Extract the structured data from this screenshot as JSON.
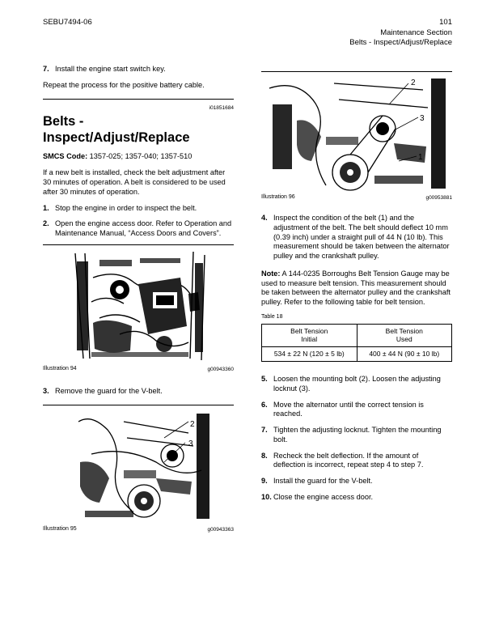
{
  "header": {
    "doc_id": "SEBU7494-06",
    "page_number": "101",
    "section": "Maintenance Section",
    "topic": "Belts - Inspect/Adjust/Replace"
  },
  "left": {
    "step7": {
      "num": "7.",
      "text": "Install the engine start switch key."
    },
    "repeat": "Repeat the process for the positive battery cable.",
    "ref_id": "i01851684",
    "title": "Belts - Inspect/Adjust/Replace",
    "smcs_label": "SMCS Code:",
    "smcs_codes": " 1357-025; 1357-040; 1357-510",
    "intro": "If a new belt is installed, check the belt adjustment after 30 minutes of operation. A belt is considered to be used after 30 minutes of operation.",
    "step1": {
      "num": "1.",
      "text": "Stop the engine in order to inspect the belt."
    },
    "step2": {
      "num": "2.",
      "text": "Open the engine access door. Refer to Operation and Maintenance Manual, “Access Doors and Covers”."
    },
    "fig94": {
      "caption": "Illustration 94",
      "gid": "g00943360"
    },
    "step3": {
      "num": "3.",
      "text": "Remove the guard for the V-belt."
    },
    "fig95": {
      "caption": "Illustration 95",
      "gid": "g00943363",
      "callouts": [
        "2",
        "3"
      ]
    }
  },
  "right": {
    "fig96": {
      "caption": "Illustration 96",
      "gid": "g00953881",
      "callouts": [
        "2",
        "3",
        "1"
      ]
    },
    "step4": {
      "num": "4.",
      "text": "Inspect the condition of the belt (1) and the adjustment of the belt. The belt should deflect 10 mm (0.39 inch) under a straight pull of 44 N (10 lb). This measurement should be taken between the alternator pulley and the crankshaft pulley."
    },
    "note_label": "Note:",
    "note_text": " A 144-0235 Borroughs Belt Tension Gauge may be used to measure belt tension. This measurement should be taken between the alternator pulley and the crankshaft pulley. Refer to the following table for belt tension.",
    "table": {
      "caption": "Table 18",
      "headers": [
        "Belt Tension\nInitial",
        "Belt Tension\nUsed"
      ],
      "row": [
        "534 ± 22 N (120 ± 5 lb)",
        "400 ± 44 N (90 ± 10 lb)"
      ]
    },
    "step5": {
      "num": "5.",
      "text": "Loosen the mounting bolt (2). Loosen the adjusting locknut (3)."
    },
    "step6": {
      "num": "6.",
      "text": "Move the alternator until the correct tension is reached."
    },
    "step7": {
      "num": "7.",
      "text": "Tighten the adjusting locknut. Tighten the mounting bolt."
    },
    "step8": {
      "num": "8.",
      "text": "Recheck the belt deflection. If the amount of deflection is incorrect, repeat step 4 to step 7."
    },
    "step9": {
      "num": "9.",
      "text": "Install the guard for the V-belt."
    },
    "step10": {
      "num": "10.",
      "text": "Close the engine access door."
    }
  },
  "icons": {
    "fig94": "engine-access-door-photo",
    "fig95": "v-belt-guard-photo",
    "fig96": "belt-tension-photo"
  }
}
